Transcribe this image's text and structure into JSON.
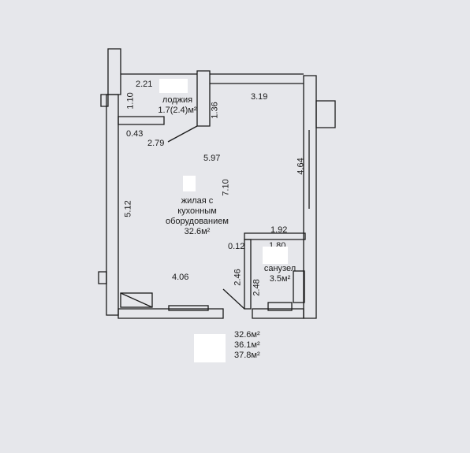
{
  "dimensions": {
    "loggia_top_width": "2.21",
    "loggia_left_height": "1.10",
    "loggia_bottom_offset": "0.43",
    "loggia_partition_height": "1.36",
    "window_top_width": "3.19",
    "room_diag_left": "2.79",
    "room_top_width": "5.97",
    "room_center_height": "7.10",
    "right_wall_height": "4.64",
    "left_wall_height": "5.12",
    "bathroom_top_width": "1.92",
    "bathroom_wall_offset": "0.12",
    "bathroom_inner_width": "1.80",
    "room_bottom_width": "4.06",
    "bathroom_left_height": "2.46",
    "bathroom_inner_height": "2.48"
  },
  "rooms": {
    "loggia": {
      "name": "лоджия",
      "area": "1.7(2.4)м²"
    },
    "living": {
      "line1": "жилая с",
      "line2": "кухонным",
      "line3": "оборудованием",
      "area": "32.6м²"
    },
    "bathroom": {
      "name": "санузел",
      "area": "3.5м²"
    }
  },
  "totals": {
    "living": "32.6м²",
    "total": "36.1м²",
    "total_with_loggia": "37.8м²"
  }
}
